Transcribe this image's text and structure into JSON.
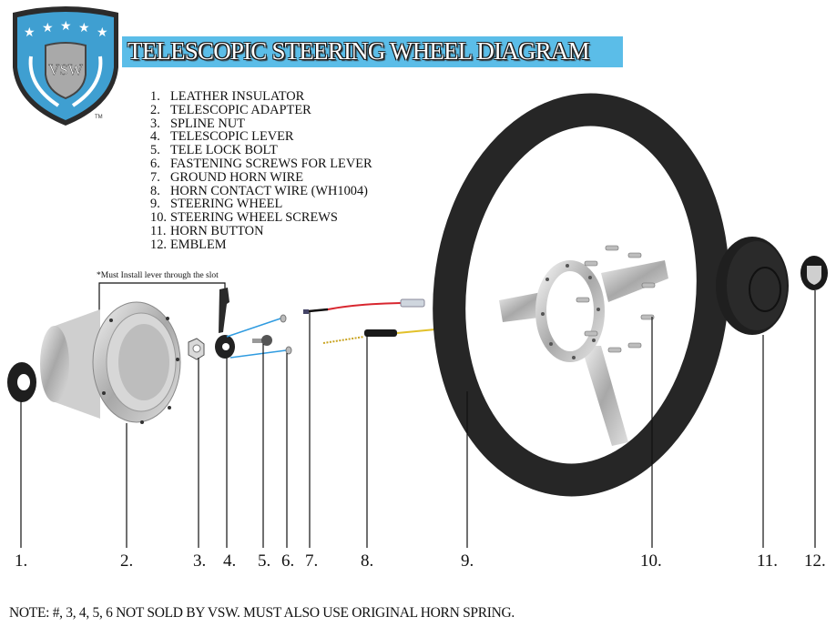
{
  "brand": {
    "logo_text": "VSW",
    "trademark": "TM",
    "logo_colors": {
      "shield_blue": "#3f9fd1",
      "shield_border": "#2a2a2a",
      "emblem_silver": "#b9b9b9"
    }
  },
  "title": "TELESCOPIC STEERING WHEEL DIAGRAM",
  "title_banner_color": "#5bbde8",
  "parts": [
    {
      "num": "1.",
      "name": "LEATHER INSULATOR"
    },
    {
      "num": "2.",
      "name": "TELESCOPIC ADAPTER"
    },
    {
      "num": "3.",
      "name": "SPLINE NUT"
    },
    {
      "num": "4.",
      "name": "TELESCOPIC LEVER"
    },
    {
      "num": "5.",
      "name": "TELE LOCK BOLT"
    },
    {
      "num": "6.",
      "name": "FASTENING SCREWS FOR LEVER"
    },
    {
      "num": "7.",
      "name": "GROUND HORN WIRE"
    },
    {
      "num": "8.",
      "name": "HORN CONTACT WIRE (WH1004)"
    },
    {
      "num": "9.",
      "name": "STEERING WHEEL"
    },
    {
      "num": "10.",
      "name": "STEERING WHEEL SCREWS"
    },
    {
      "num": "11.",
      "name": "HORN BUTTON"
    },
    {
      "num": "12.",
      "name": "EMBLEM"
    }
  ],
  "slot_note": "*Must Install lever through the slot",
  "callouts": [
    "1.",
    "2.",
    "3.",
    "4.",
    "5.",
    "6.",
    "7.",
    "8.",
    "9.",
    "10.",
    "11.",
    "12."
  ],
  "footer_note": "NOTE: #, 3, 4, 5, 6 NOT SOLD BY VSW. MUST ALSO USE ORIGINAL HORN SPRING.",
  "colors": {
    "leader_line": "#111111",
    "lever_screw_line": "#2f9be0",
    "wire_red": "#d8262f",
    "wire_yellow": "#e2c12a",
    "leather": "#262626",
    "chrome": "#c9c9c9"
  }
}
